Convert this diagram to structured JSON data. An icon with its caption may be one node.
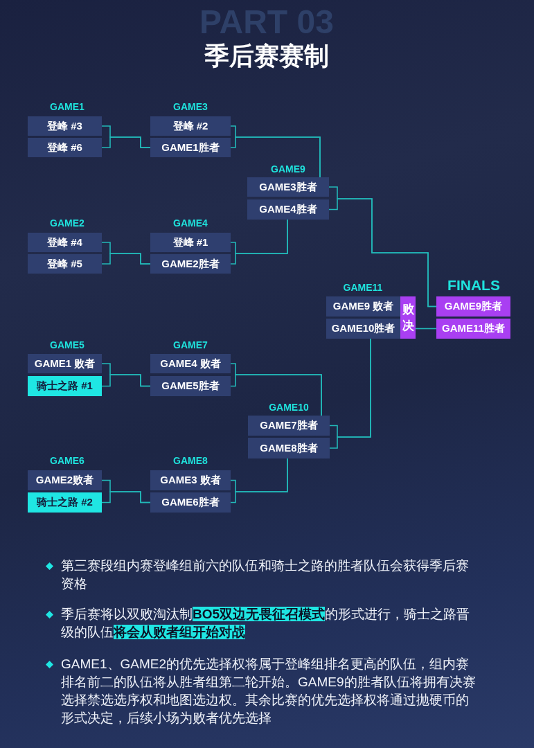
{
  "diagram": {
    "title": "季后赛赛制",
    "nodes": [
      {
        "text": [
          "登峰 #3"
        ]
      },
      {
        "text": [
          "登峰 #6"
        ]
      },
      {
        "text": [
          "登峰 #2"
        ]
      },
      {
        "text": [
          "GAME1胜者"
        ]
      },
      {
        "text": [
          "GAME3胜者"
        ]
      },
      {
        "text": [
          "GAME4胜者"
        ]
      },
      {
        "text": [
          "登峰 #4"
        ]
      },
      {
        "text": [
          "登峰 #5"
        ]
      },
      {
        "text": [
          "登峰 #1"
        ]
      },
      {
        "text": [
          "GAME2胜者"
        ]
      },
      {
        "text": [
          "GAME9 败者"
        ]
      },
      {
        "text": [
          "GAME10胜者"
        ]
      },
      {
        "text": [
          "败决"
        ]
      },
      {
        "text": [
          "GAME9胜者"
        ]
      },
      {
        "text": [
          "GAME11胜者"
        ]
      },
      {
        "text": [
          "GAME1 败者"
        ]
      },
      {
        "text": [
          "骑士之路 #1"
        ]
      },
      {
        "text": [
          "GAME4 败者"
        ]
      },
      {
        "text": [
          "GAME5胜者"
        ]
      },
      {
        "text": [
          "GAME7胜者"
        ]
      },
      {
        "text": [
          "GAME8胜者"
        ]
      },
      {
        "text": [
          "GAME2败者"
        ]
      },
      {
        "text": [
          "骑士之路 #2"
        ]
      },
      {
        "text": [
          "GAME3 败者"
        ]
      },
      {
        "text": [
          "GAME6胜者"
        ]
      }
    ],
    "edges": [
      {
        "from": 0,
        "to": 3,
        "arrow": "none"
      },
      {
        "from": 1,
        "to": 3,
        "arrow": "none"
      },
      {
        "from": 2,
        "to": 4,
        "arrow": "none"
      },
      {
        "from": 3,
        "to": 4,
        "arrow": "none"
      },
      {
        "from": 4,
        "to": 13,
        "arrow": "none"
      },
      {
        "from": 5,
        "to": 13,
        "arrow": "none"
      },
      {
        "from": 6,
        "to": 9,
        "arrow": "none"
      },
      {
        "from": 7,
        "to": 9,
        "arrow": "none"
      },
      {
        "from": 8,
        "to": 5,
        "arrow": "none"
      },
      {
        "from": 9,
        "to": 5,
        "arrow": "none"
      },
      {
        "from": 12,
        "to": 14,
        "arrow": "none"
      },
      {
        "from": 15,
        "to": 18,
        "arrow": "none"
      },
      {
        "from": 16,
        "to": 18,
        "arrow": "none"
      },
      {
        "from": 17,
        "to": 19,
        "arrow": "none"
      },
      {
        "from": 18,
        "to": 19,
        "arrow": "none"
      },
      {
        "from": 19,
        "to": 11,
        "arrow": "none"
      },
      {
        "from": 20,
        "to": 11,
        "arrow": "none"
      },
      {
        "from": 21,
        "to": 24,
        "arrow": "none"
      },
      {
        "from": 22,
        "to": 24,
        "arrow": "none"
      },
      {
        "from": 23,
        "to": 20,
        "arrow": "none"
      },
      {
        "from": 24,
        "to": 20,
        "arrow": "none"
      }
    ],
    "labels": [
      "PART 03",
      "GAME1",
      "GAME3",
      "GAME9",
      "GAME2",
      "GAME4",
      "GAME11",
      "FINALS",
      "GAME5",
      "GAME7",
      "GAME10",
      "GAME6",
      "GAME8",
      "第三赛段组内赛登峰组前六的队伍和骑士之路的胜者队伍会获得季后赛资格",
      "季后赛将以双败淘汰制**BO5双边无畏征召模式**的形式进行，骑士之路晋级的队伍**将会从败者组开始对战**",
      "GAME1、GAME2的优先选择权将属于登峰组排名更高的队伍，组内赛排名前二的队伍将从胜者组第二轮开始。GAME9的胜者队伍将拥有决赛选择禁选选序权和地图选边权。其余比赛的优先选择权将通过抛硬币的形式决定，后续小场为败者优先选择"
    ]
  }
}
